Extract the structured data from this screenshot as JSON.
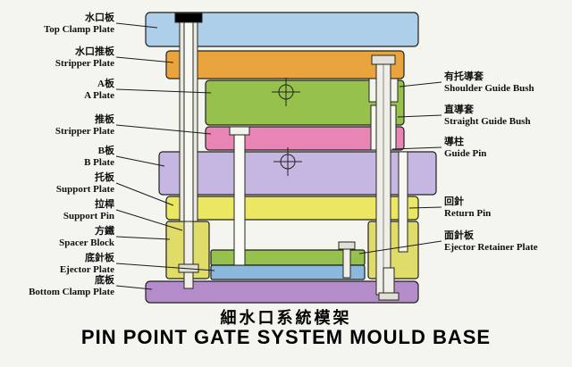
{
  "title": {
    "zh": "細水口系統模架",
    "en": "PIN POINT GATE SYSTEM MOULD BASE"
  },
  "labels_left": [
    {
      "zh": "水口板",
      "en": "Top Clamp Plate"
    },
    {
      "zh": "水口推板",
      "en": "Stripper Plate"
    },
    {
      "zh": "A板",
      "en": "A Plate"
    },
    {
      "zh": "推板",
      "en": "Stripper Plate"
    },
    {
      "zh": "B板",
      "en": "B Plate"
    },
    {
      "zh": "托板",
      "en": "Support Plate"
    },
    {
      "zh": "拉桿",
      "en": "Support Pin"
    },
    {
      "zh": "方鐵",
      "en": "Spacer Block"
    },
    {
      "zh": "底針板",
      "en": "Ejector Plate"
    },
    {
      "zh": "底板",
      "en": "Bottom Clamp Plate"
    }
  ],
  "labels_right": [
    {
      "zh": "有托導套",
      "en": "Shoulder Guide Bush"
    },
    {
      "zh": "直導套",
      "en": "Straight Guide Bush"
    },
    {
      "zh": "導柱",
      "en": "Guide Pin"
    },
    {
      "zh": "回針",
      "en": "Return Pin"
    },
    {
      "zh": "面針板",
      "en": "Ejector Retainer Plate"
    }
  ],
  "colors": {
    "top_clamp_plate": "#aecfe9",
    "stripper_plate_top": "#e9a43e",
    "a_plate": "#96c14d",
    "stripper_plate": "#e885b5",
    "b_plate": "#c6b6e2",
    "support_plate": "#ece763",
    "spacer_block": "#dfdc6a",
    "ejector_retainer_plate": "#96c14d",
    "ejector_plate": "#8cb8dc",
    "bottom_clamp_plate": "#b48cca"
  }
}
